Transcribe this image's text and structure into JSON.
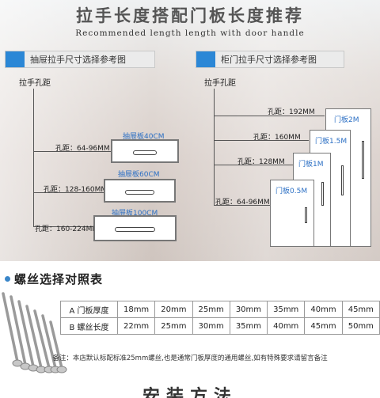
{
  "header": {
    "title": "拉手长度搭配门板长度推荐",
    "subtitle": "Recommended length length with door handle"
  },
  "drawer_section": {
    "title": "抽屉拉手尺寸选择参考图",
    "heading": "拉手孔距",
    "rows": [
      {
        "spacing": "孔距：64-96MM",
        "name": "抽屉板40CM"
      },
      {
        "spacing": "孔距：128-160MM",
        "name": "抽屉板60CM"
      },
      {
        "spacing": "孔距：160-224MM",
        "name": "抽屉板100CM"
      }
    ]
  },
  "cabinet_section": {
    "title": "柜门拉手尺寸选择参考图",
    "heading": "拉手孔距",
    "rows": [
      {
        "spacing": "孔距：192MM",
        "name": "门板2M"
      },
      {
        "spacing": "孔距：160MM",
        "name": "门板1.5M"
      },
      {
        "spacing": "孔距：128MM",
        "name": "门板1M"
      },
      {
        "spacing": "孔距：64-96MM",
        "name": "门板0.5M"
      }
    ]
  },
  "screw_section": {
    "title": "螺丝选择对照表",
    "row_a_label": "A 门板厚度",
    "row_a": [
      "18mm",
      "20mm",
      "25mm",
      "30mm",
      "35mm",
      "40mm",
      "45mm"
    ],
    "row_b_label": "B 螺丝长度",
    "row_b": [
      "22mm",
      "25mm",
      "30mm",
      "35mm",
      "40mm",
      "45mm",
      "50mm"
    ],
    "note": "备注：本店默认标配标准25mm螺丝,也是通常门板厚度的通用螺丝,如有特殊要求请留言备注"
  },
  "next_section": {
    "title": "安装方法"
  },
  "colors": {
    "accent": "#2b87d6",
    "label_blue": "#2b6fc4"
  }
}
